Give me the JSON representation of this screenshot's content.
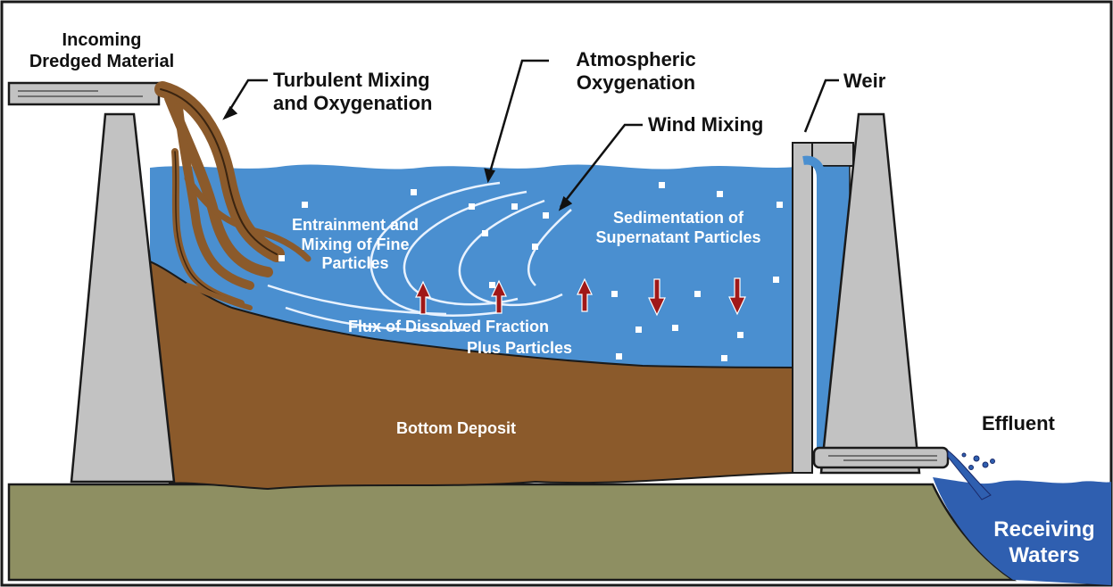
{
  "labels": {
    "incoming": "Incoming\nDredged Material",
    "turbulent": "Turbulent Mixing\nand Oxygenation",
    "atmospheric": "Atmospheric\nOxygenation",
    "weir": "Weir",
    "wind": "Wind Mixing",
    "entrainment": "Entrainment  and\nMixing of Fine\nParticles",
    "sedimentation": "Sedimentation of\nSupernatant Particles",
    "flux_line1": "Flux of Dissolved Fraction",
    "flux_line2": "Plus Particles",
    "bottom": "Bottom Deposit",
    "effluent": "Effluent",
    "receiving": "Receiving\nWaters"
  },
  "colors": {
    "water": "#4a8fd0",
    "sediment": "#8b5a2b",
    "ground": "#8e8f62",
    "dike": "#c2c2c2",
    "arrow": "#a01818",
    "outline": "#1a1a1a",
    "receiving_water": "#2f5fb0"
  }
}
